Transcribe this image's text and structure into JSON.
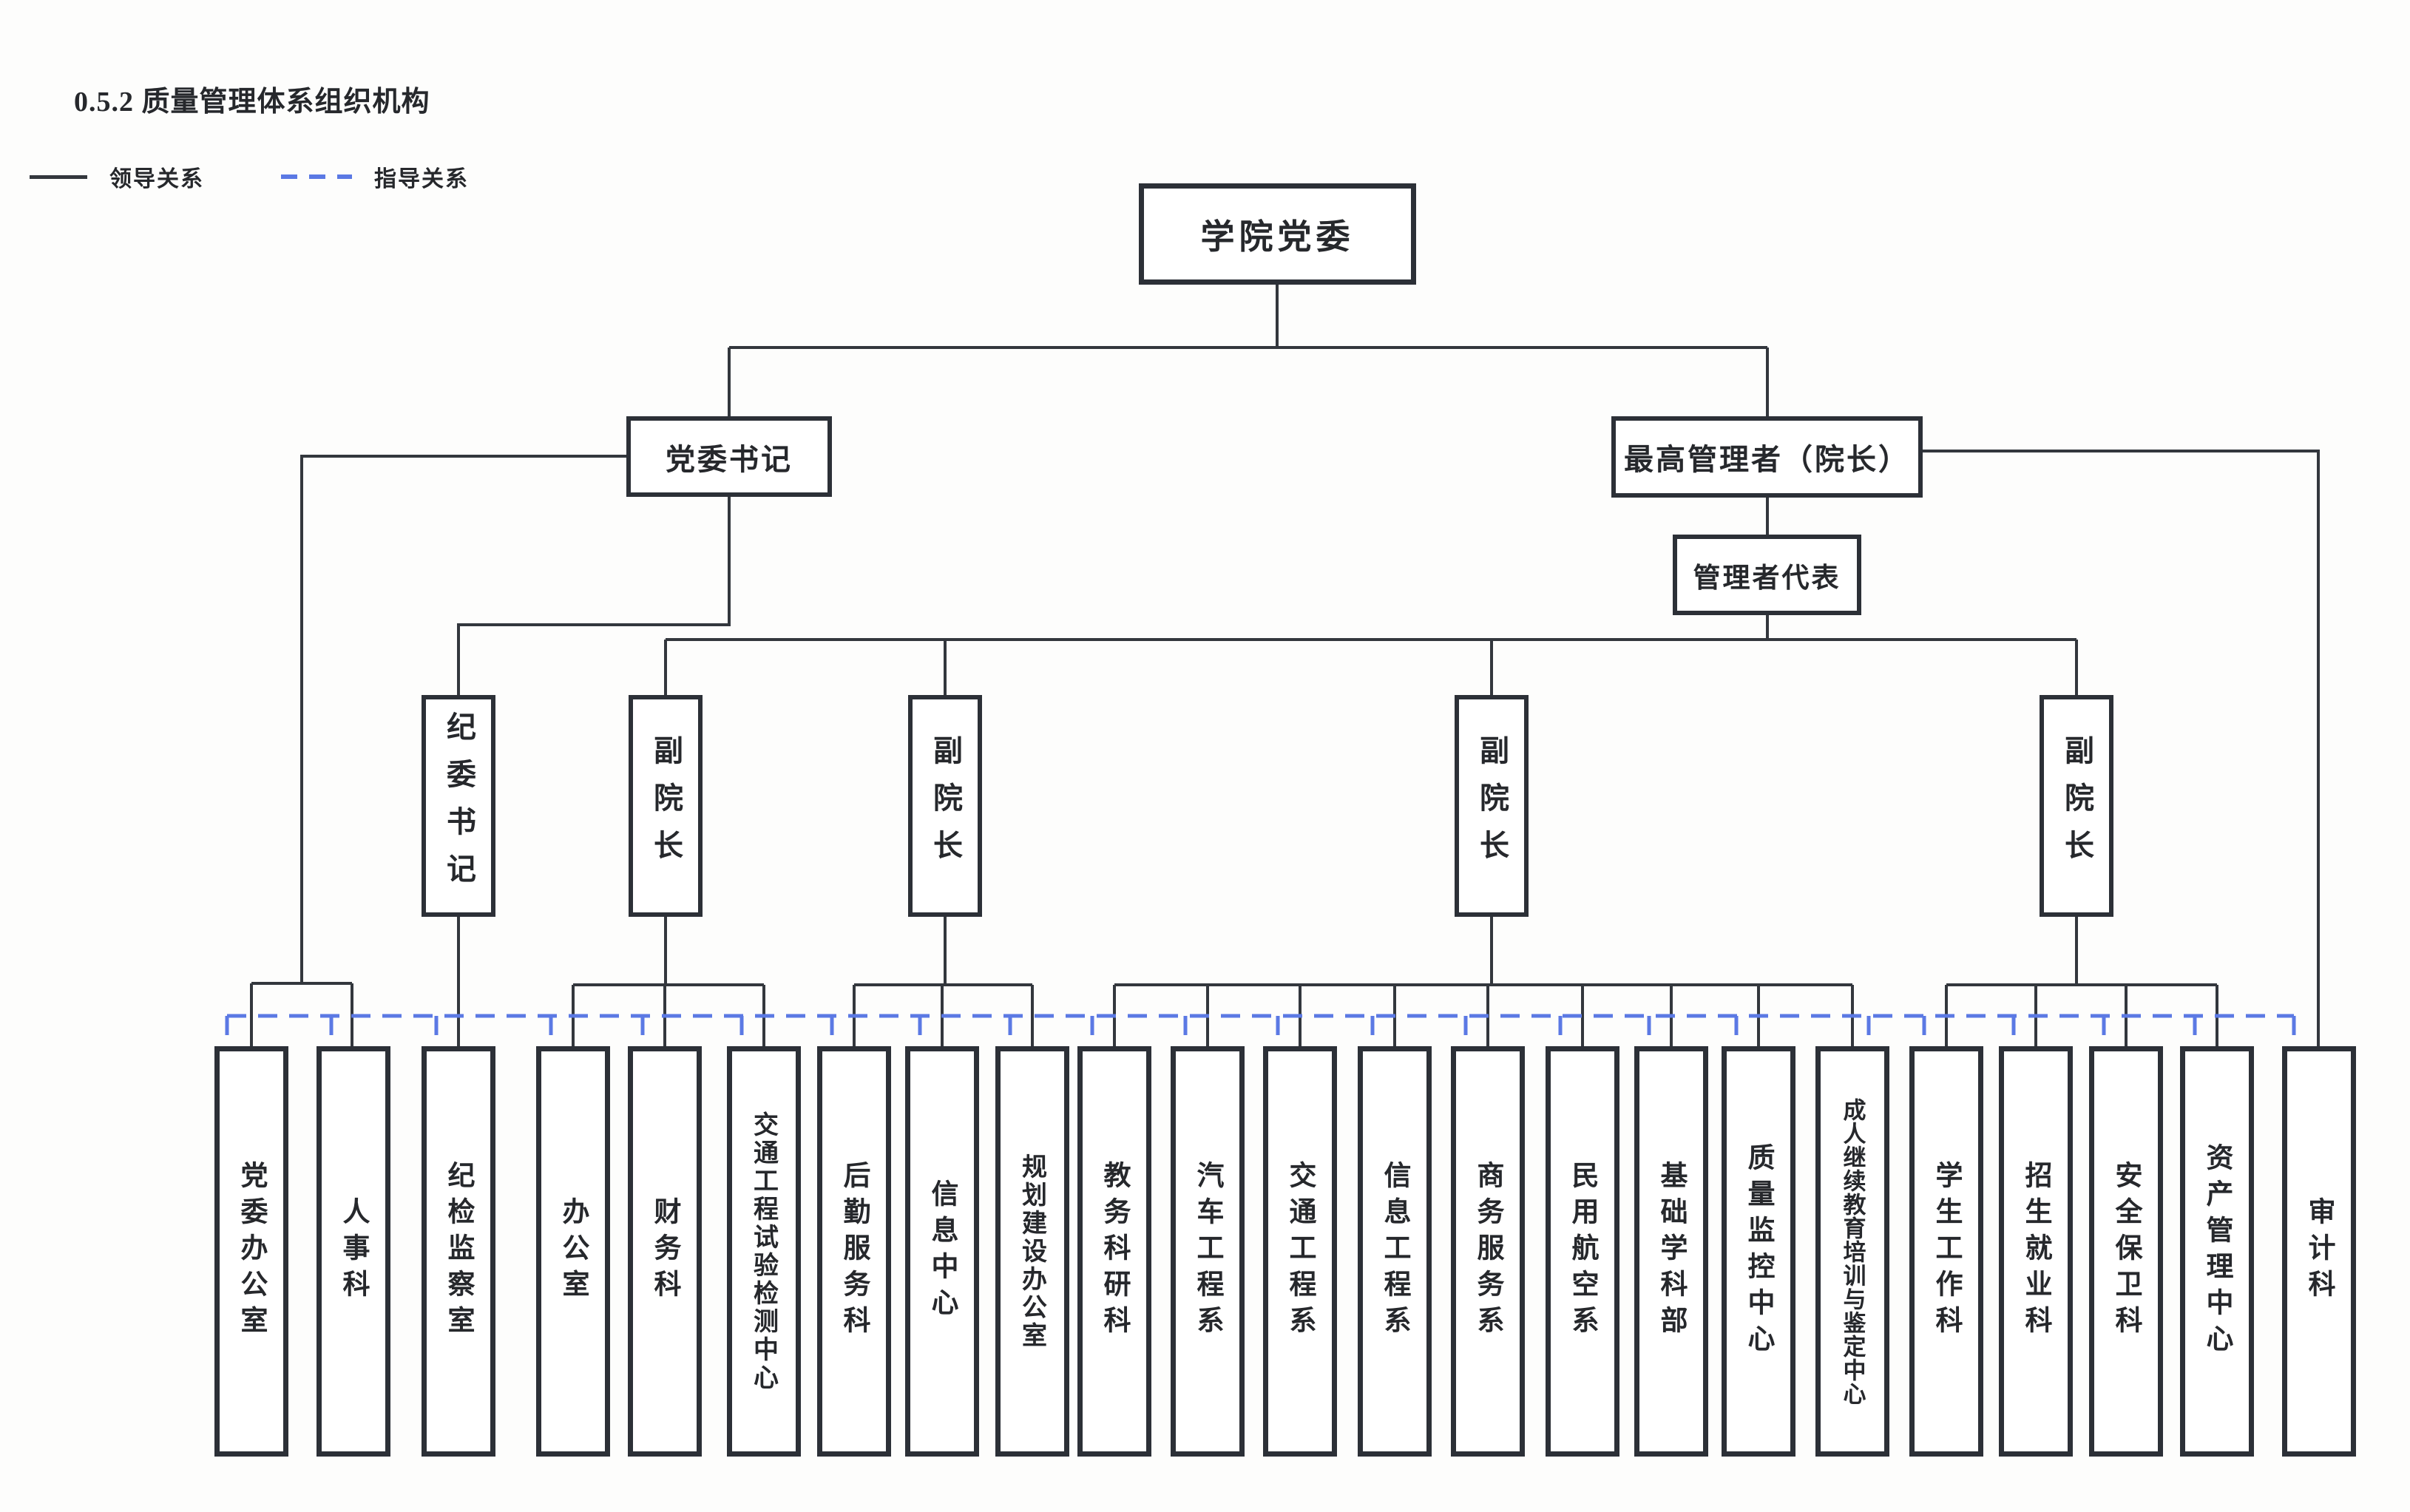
{
  "title": "0.5.2 质量管理体系组织机构",
  "legend": {
    "lead_label": "领导关系",
    "guide_label": "指导关系"
  },
  "colors": {
    "line": "#33373d",
    "box_border": "#2c3037",
    "guide_dash": "#5b79e4",
    "text": "#26282c"
  },
  "org": {
    "top": {
      "label": "学院党委"
    },
    "level2": [
      {
        "label": "党委书记"
      },
      {
        "label": "最高管理者（院长）"
      }
    ],
    "level3": [
      {
        "label": "管理者代表"
      }
    ],
    "mid": [
      {
        "label": "纪委书记"
      },
      {
        "label": "副院长"
      },
      {
        "label": "副院长"
      },
      {
        "label": "副院长"
      },
      {
        "label": "副院长"
      }
    ],
    "departments": [
      {
        "label": "党委办公室"
      },
      {
        "label": "人事科"
      },
      {
        "label": "纪检监察室"
      },
      {
        "label": "办公室"
      },
      {
        "label": "财务科"
      },
      {
        "label": "交通工程试验检测中心"
      },
      {
        "label": "后勤服务科"
      },
      {
        "label": "信息中心"
      },
      {
        "label": "规划建设办公室"
      },
      {
        "label": "教务科研科"
      },
      {
        "label": "汽车工程系"
      },
      {
        "label": "交通工程系"
      },
      {
        "label": "信息工程系"
      },
      {
        "label": "商务服务系"
      },
      {
        "label": "民用航空系"
      },
      {
        "label": "基础学科部"
      },
      {
        "label": "质量监控中心"
      },
      {
        "label": "成人继续教育培训与鉴定中心"
      },
      {
        "label": "学生工作科"
      },
      {
        "label": "招生就业科"
      },
      {
        "label": "安全保卫科"
      },
      {
        "label": "资产管理中心"
      },
      {
        "label": "审计科"
      }
    ]
  }
}
